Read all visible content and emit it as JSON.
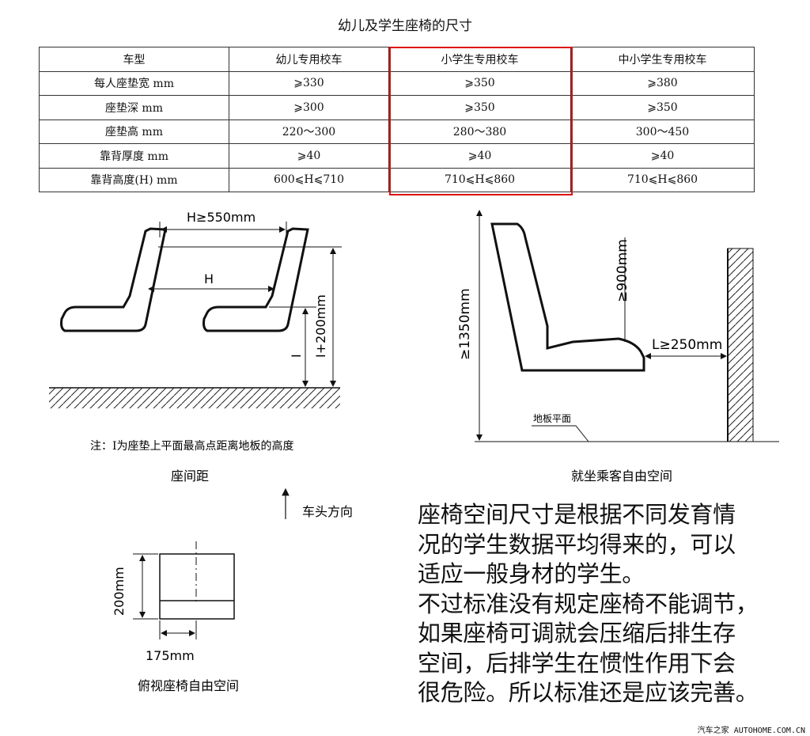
{
  "title": "幼儿及学生座椅的尺寸",
  "table": {
    "headers": [
      "车型",
      "幼儿专用校车",
      "小学生专用校车",
      "中小学生专用校车"
    ],
    "rows": [
      [
        "每人座垫宽 mm",
        "⩾330",
        "⩾350",
        "⩾380"
      ],
      [
        "座垫深 mm",
        "⩾300",
        "⩾350",
        "⩾350"
      ],
      [
        "座垫高 mm",
        "220～300",
        "280～380",
        "300～450"
      ],
      [
        "靠背厚度 mm",
        "⩾40",
        "⩾40",
        "⩾40"
      ],
      [
        "靠背高度(H) mm",
        "600⩽H⩽710",
        "710⩽H⩽860",
        "710⩽H⩽860"
      ]
    ],
    "highlight_color": "#dd1111"
  },
  "seat_spacing": {
    "label_h_min": "H≥550mm",
    "label_h": "H",
    "label_i_200": "I+200mm",
    "label_i": "I",
    "note": "注：I为座垫上平面最高点距离地板的高度",
    "caption": "座间距"
  },
  "free_space": {
    "label_1350": "≥1350mm",
    "label_900": "≥900mm",
    "label_l": "L≥250mm",
    "floor_label": "地板平面",
    "caption": "就坐乘客自由空间"
  },
  "top_view": {
    "direction_label": "车头方向",
    "label_200": "200mm",
    "label_175": "175mm",
    "caption": "俯视座椅自由空间"
  },
  "commentary": "座椅空间尺寸是根据不同发育情\n况的学生数据平均得来的，可以\n适应一般身材的学生。\n不过标准没有规定座椅不能调节，\n如果座椅可调就会压缩后排生存\n空间，后排学生在惯性作用下会\n很危险。所以标准还是应该完善。",
  "footer": "汽车之家 AUTOHOME.COM.CN"
}
